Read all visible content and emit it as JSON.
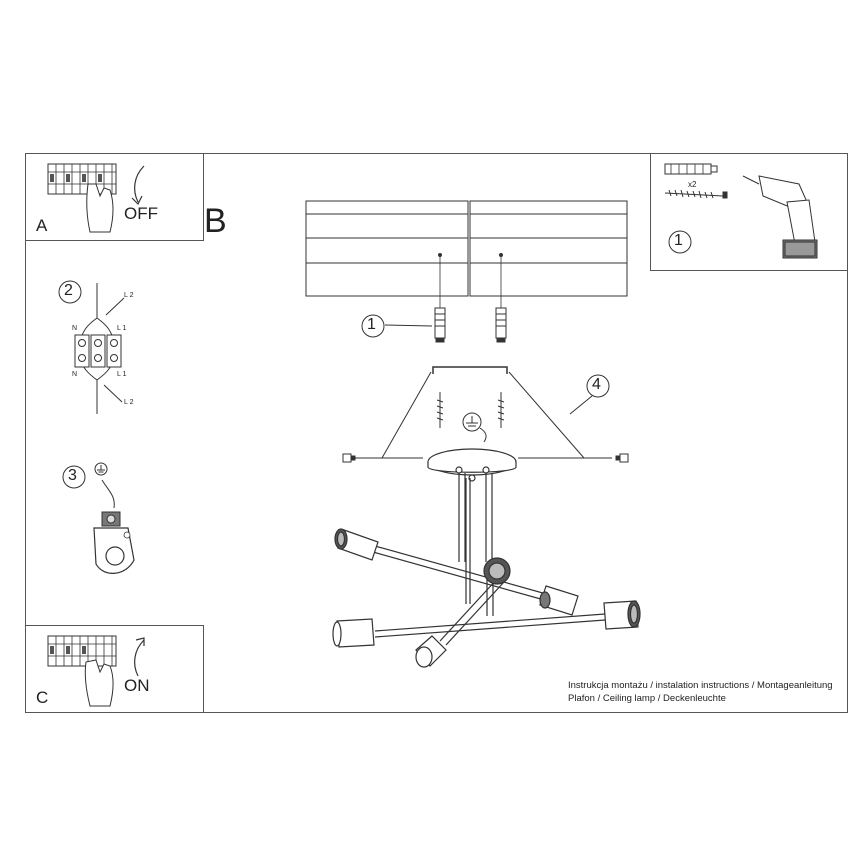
{
  "panels": {
    "a": {
      "letter": "A",
      "action": "OFF"
    },
    "b": {
      "letter": "B"
    },
    "c": {
      "letter": "C",
      "action": "ON"
    }
  },
  "wiring": {
    "step": "2",
    "left_terminals": [
      "N",
      "N"
    ],
    "right_terminals": [
      "L 2",
      "L 1",
      "L 1",
      "L 2"
    ]
  },
  "earth": {
    "step": "3"
  },
  "tools": {
    "step": "1",
    "quantity": "x2"
  },
  "assembly": {
    "callout_screws": "1",
    "callout_bracket": "4"
  },
  "caption": {
    "line1": "Instrukcja montażu / instalation instructions / Montageanleitung",
    "line2": "Plafon / Ceiling lamp / Deckenleuchte"
  }
}
